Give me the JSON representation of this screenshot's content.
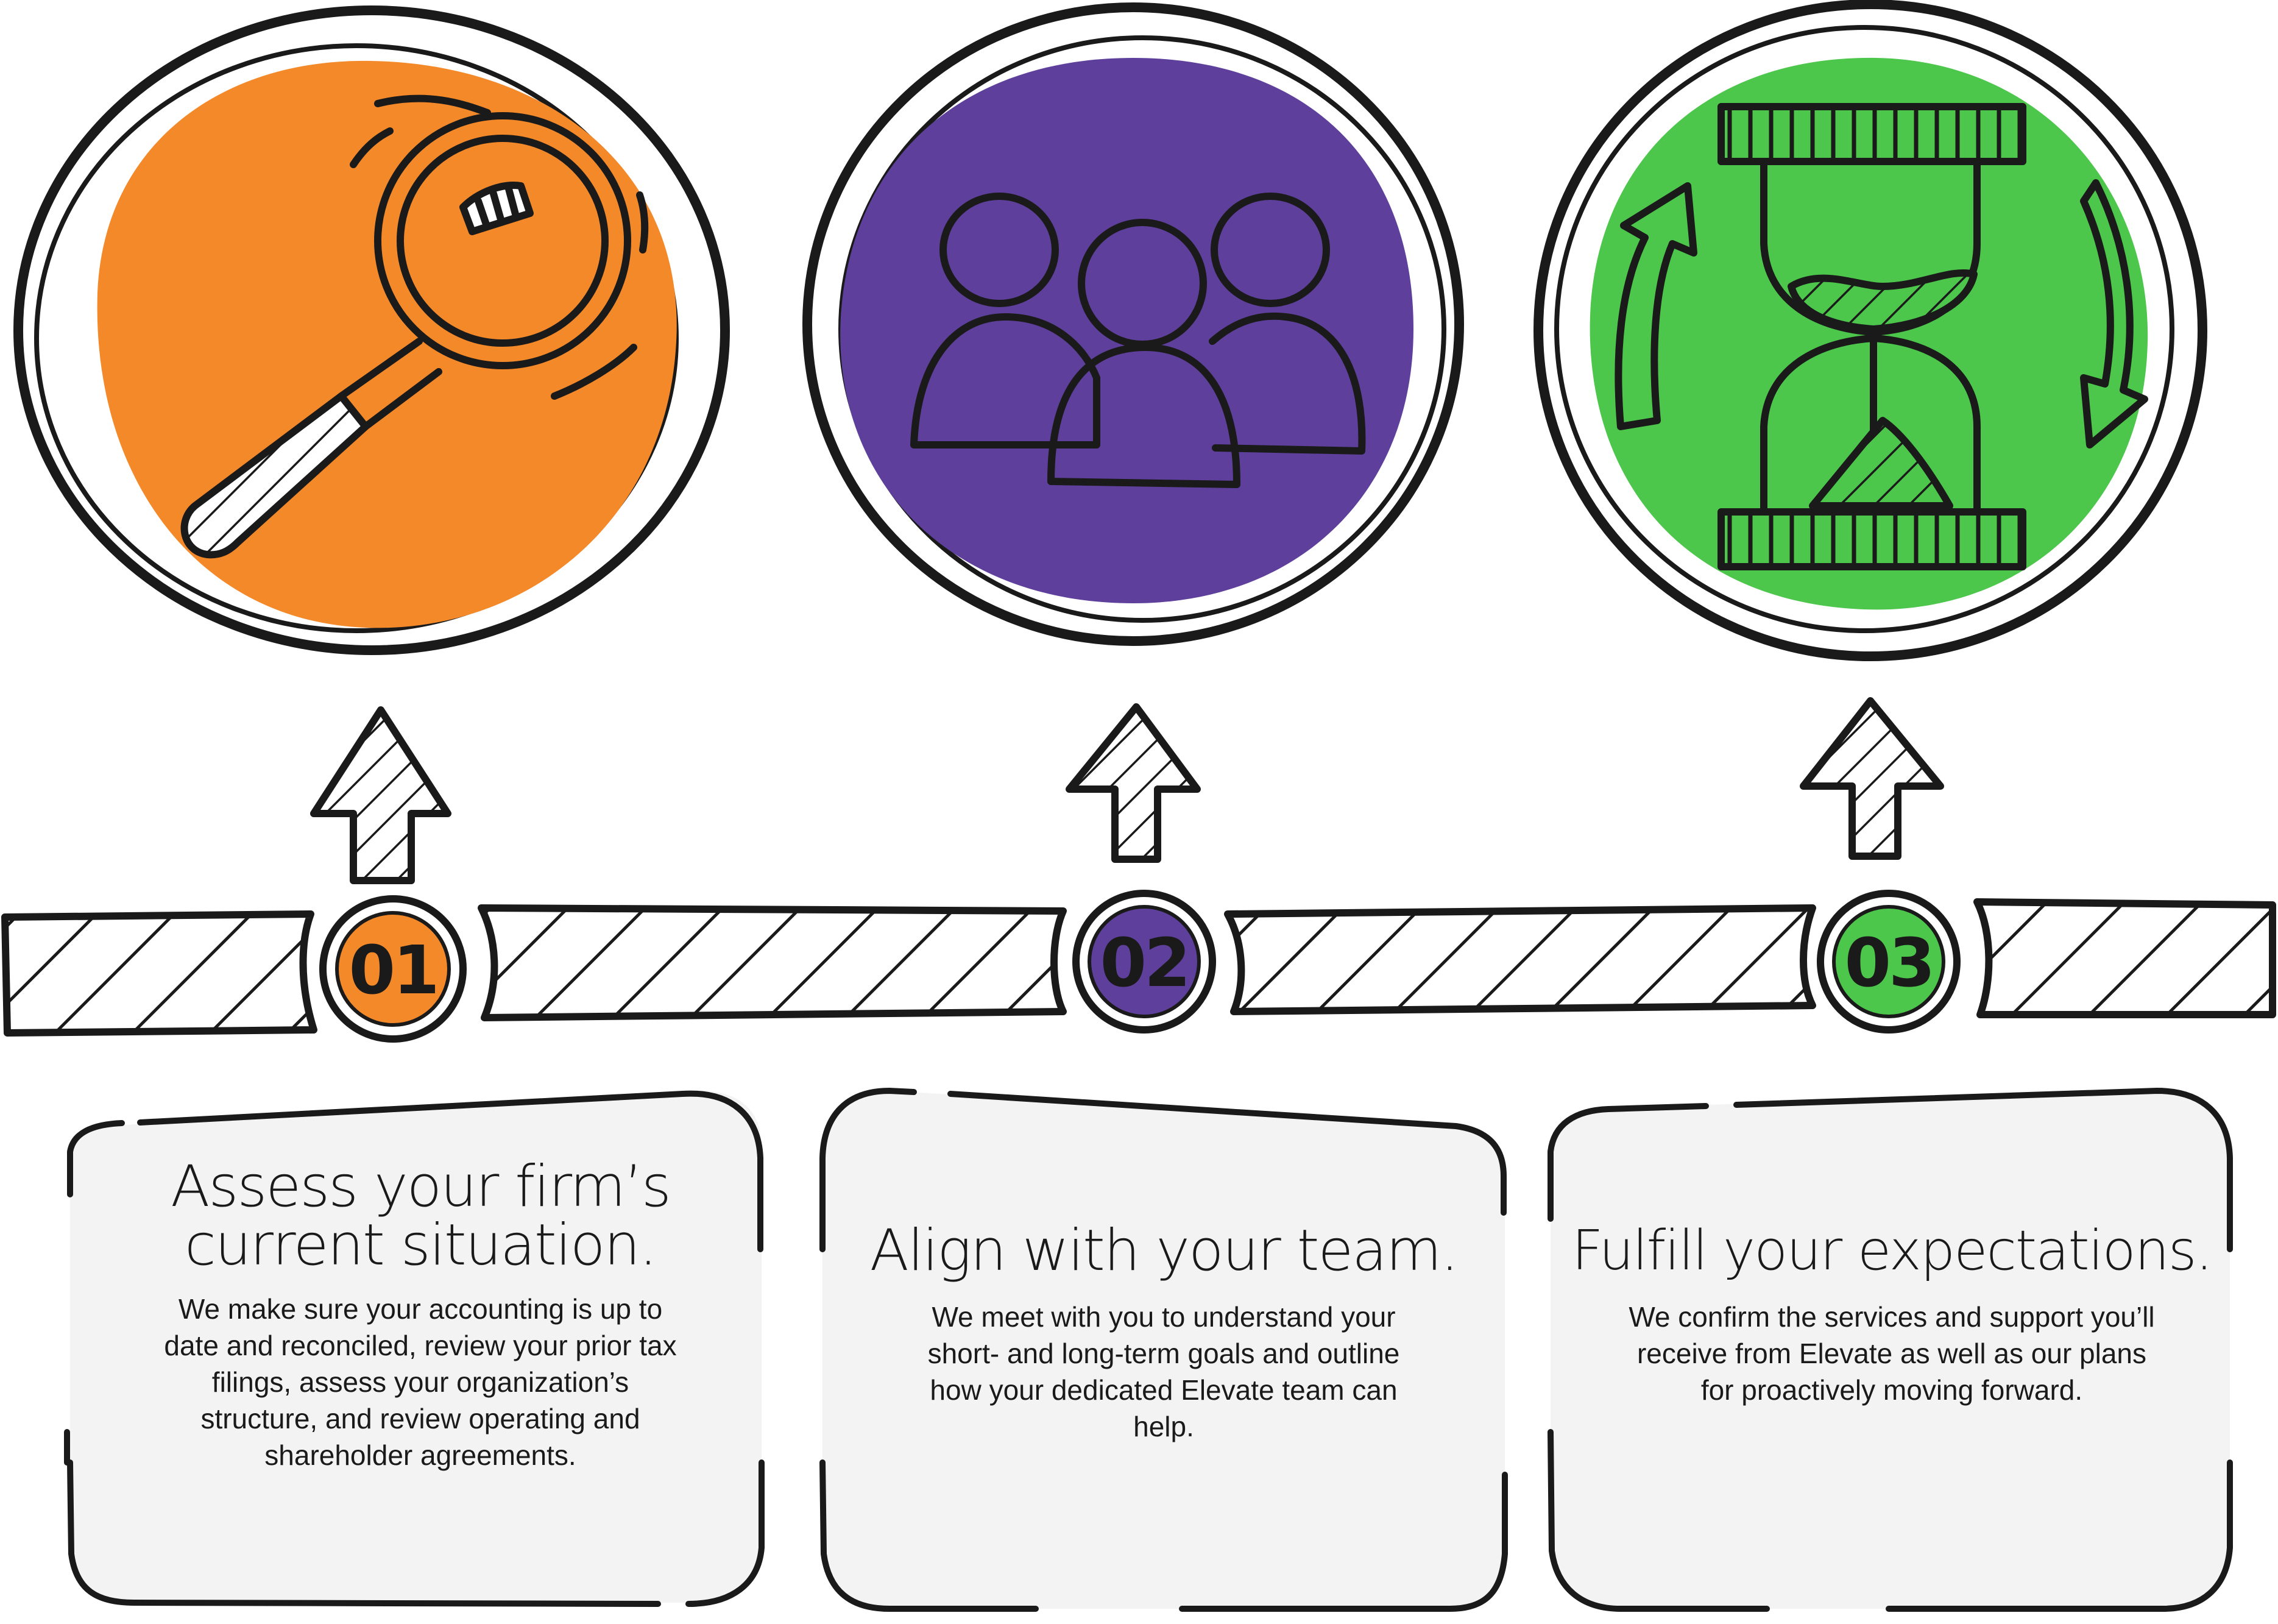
{
  "steps": [
    {
      "number": "01",
      "color": "#F4892A",
      "icon": "magnifying-glass-icon",
      "title_line1": "Assess your firm’s",
      "title_line2": "current situation.",
      "body": [
        "We make sure your accounting is up to",
        "date and reconciled, review your prior tax",
        "filings, assess your organization’s",
        "structure, and review operating and",
        "shareholder agreements."
      ]
    },
    {
      "number": "02",
      "color": "#5E409C",
      "icon": "team-people-icon",
      "title_line1": "Align with your team.",
      "title_line2": "",
      "body": [
        "We meet with you to understand your",
        "short- and long-term goals and outline",
        "how your dedicated Elevate team can",
        "help."
      ]
    },
    {
      "number": "03",
      "color": "#4CC64B",
      "icon": "hourglass-icon",
      "title_line1": "Fulfill your expectations.",
      "title_line2": "",
      "body": [
        "We confirm the services and support you’ll",
        "receive from Elevate as well as our plans",
        "for proactively moving forward."
      ]
    }
  ],
  "card_background": "#F3F3F3",
  "stroke_color": "#1A1A1A"
}
